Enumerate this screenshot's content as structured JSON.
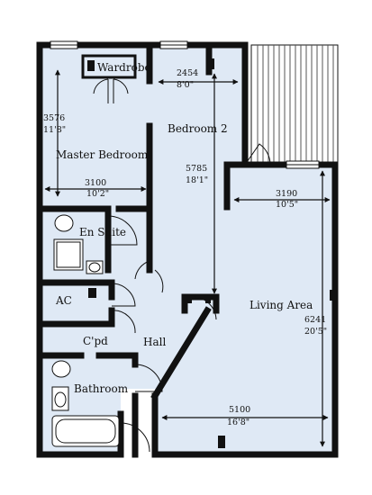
{
  "rooms": {
    "wardrobe": "Wardrobe",
    "master_bedroom": "Master Bedroom",
    "bedroom2": "Bedroom 2",
    "en_suite": "En Suite",
    "ac": "AC",
    "cupboard": "C'pd",
    "hall": "Hall",
    "bathroom": "Bathroom",
    "living_area": "Living Area"
  },
  "dimensions": {
    "master_depth_mm": "3576",
    "master_depth_ft": "11'8\"",
    "master_width_mm": "3100",
    "master_width_ft": "10'2\"",
    "bed2_width_mm": "2454",
    "bed2_width_ft": "8'0\"",
    "bed2_depth_mm": "5785",
    "bed2_depth_ft": "18'1\"",
    "living_upper_width_mm": "3190",
    "living_upper_width_ft": "10'5\"",
    "living_depth_mm": "6241",
    "living_depth_ft": "20'5\"",
    "living_width_mm": "5100",
    "living_width_ft": "16'8\""
  },
  "colors": {
    "floor": "#dfe9f5",
    "wall": "#111111",
    "background": "#ffffff"
  }
}
